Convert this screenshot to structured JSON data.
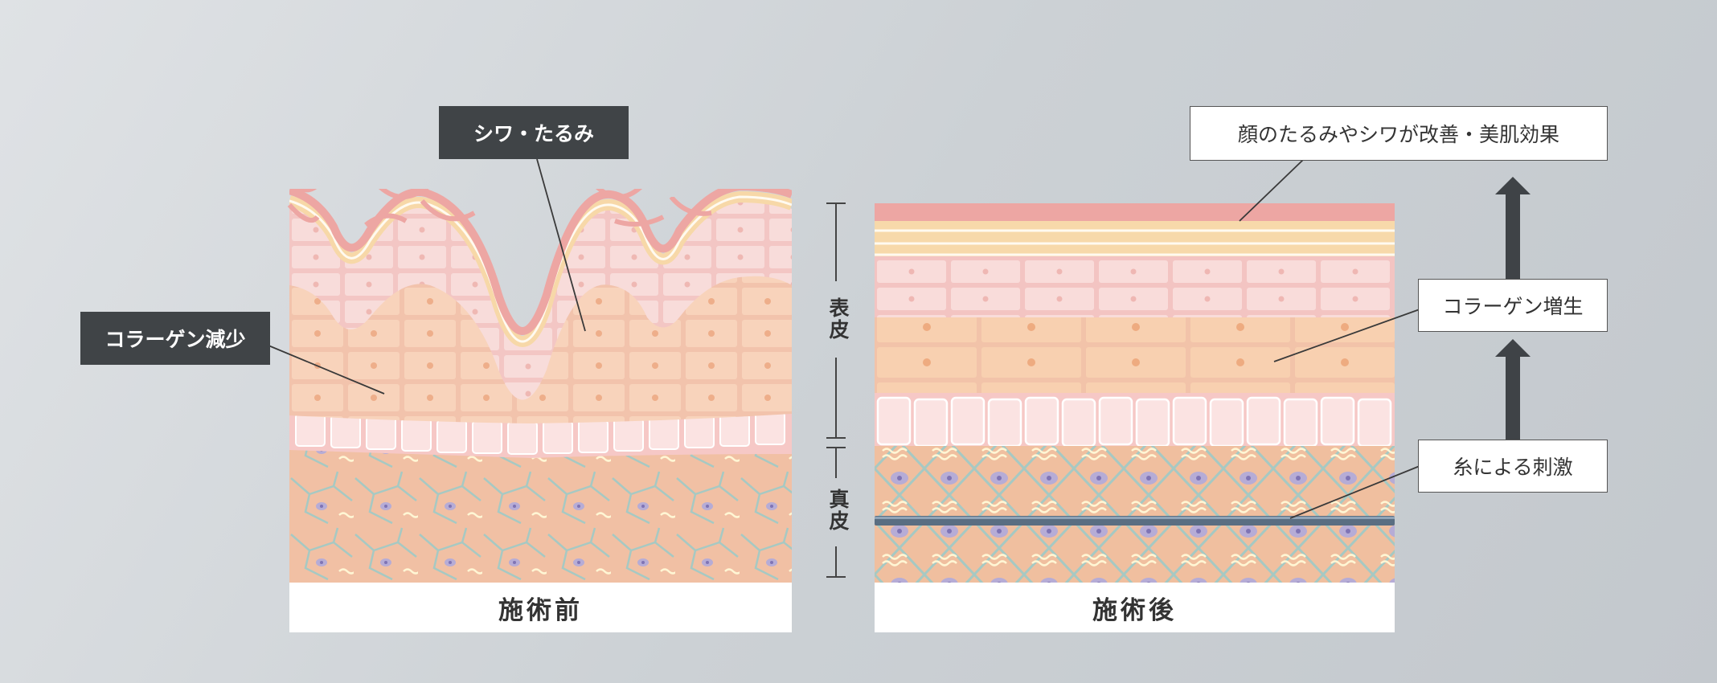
{
  "panels": {
    "before_caption": "施術前",
    "after_caption": "施術後"
  },
  "labels": {
    "wrinkles": "シワ・たるみ",
    "collagen_decrease": "コラーゲン減少",
    "improvement": "顔のたるみやシワが改善・美肌効果",
    "collagen_increase": "コラーゲン増生",
    "thread_stimulus": "糸による刺激"
  },
  "scale": {
    "epidermis": "表皮",
    "dermis": "真皮"
  },
  "colors": {
    "surface": "#eda6a3",
    "stratum": "#f7d8a8",
    "cell_light": "#f8dbd9",
    "cell_mid": "#f7cfb8",
    "cell_warm": "#f5c49c",
    "basal": "#f2b8b5",
    "dermis": "#f0bd9f",
    "fiber": "#9fc8c2",
    "fibroblast": "#a9a2cf",
    "thread": "#5a6e82",
    "dark_label_bg": "#404447",
    "arrow": "#3f4347"
  },
  "icons": [
    "up-arrow-icon"
  ]
}
